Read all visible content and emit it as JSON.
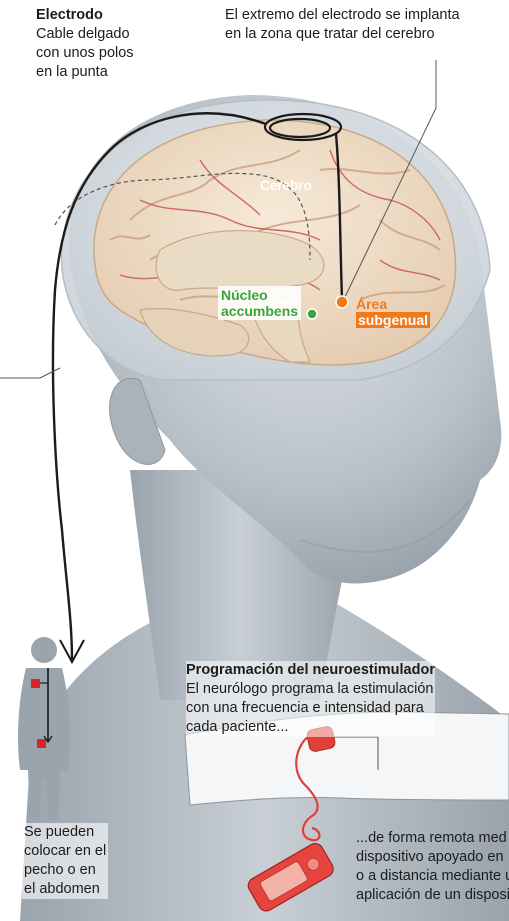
{
  "callouts": {
    "electrodo": {
      "title": "Electrodo",
      "lines": [
        "Cable delgado",
        "con unos polos",
        "en la punta"
      ]
    },
    "extremo": {
      "lines": [
        "El extremo del electrodo se implanta",
        "en la zona que tratar del cerebro"
      ]
    },
    "programacion": {
      "title": "Programación del neuroestimulador",
      "lines": [
        "El neurólogo programa la estimulación",
        "con una frecuencia e intensidad para",
        "cada paciente..."
      ]
    },
    "remota": {
      "lines": [
        "...de forma remota med",
        "dispositivo apoyado en",
        "o a distancia mediante u",
        "aplicación de un disposi"
      ]
    },
    "colocacion": {
      "lines": [
        "Se pueden",
        "colocar en el",
        "pecho o en",
        "el abdomen"
      ]
    }
  },
  "brain_labels": {
    "cerebro": "Cerebro",
    "nucleo": [
      "Núcleo",
      "accumbens"
    ],
    "area": [
      "Área",
      "subgenual"
    ]
  },
  "colors": {
    "nucleo": "#3aa63a",
    "area": "#f07a1a",
    "device": "#e0403a",
    "implant_marker": "#d6262b"
  }
}
